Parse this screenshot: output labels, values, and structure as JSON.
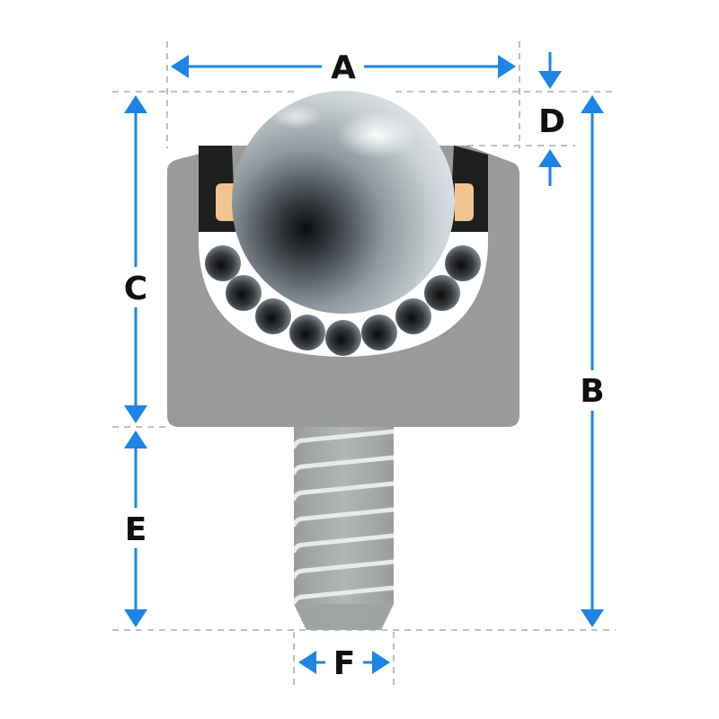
{
  "dimensions": {
    "a": "A",
    "b": "B",
    "c": "C",
    "d": "D",
    "e": "E",
    "f": "F"
  },
  "colors": {
    "arrow": "#1d84e6",
    "guide": "#a9b1b4",
    "body": "#9a9a9a",
    "seal": "#1e1f1f",
    "insert": "#f2c58e",
    "thread": "#a7aaab"
  }
}
